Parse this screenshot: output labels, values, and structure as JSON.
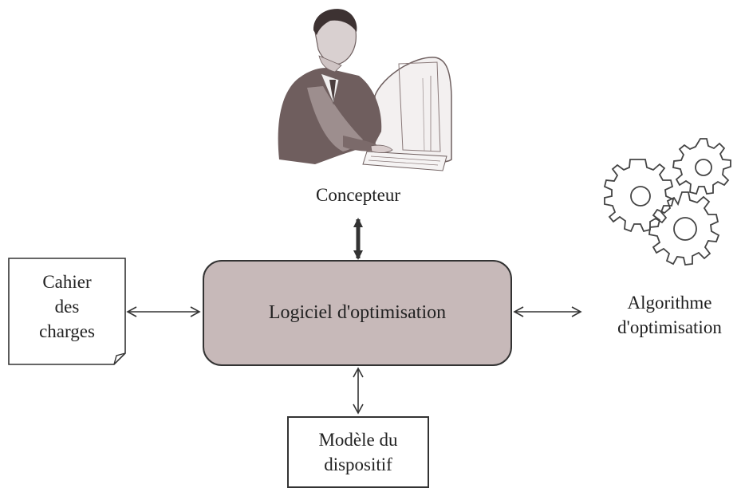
{
  "nodes": {
    "designer_label": "Concepteur",
    "software_label": "Logiciel d'optimisation",
    "spec_line1": "Cahier",
    "spec_line2": "des",
    "spec_line3": "charges",
    "algo_line1": "Algorithme",
    "algo_line2": "d'optimisation",
    "model_line1": "Modèle du",
    "model_line2": "dispositif"
  },
  "icons": {
    "designer": "person-at-computer-icon",
    "algorithm": "gears-icon",
    "document": "document-icon"
  },
  "colors": {
    "center_box_fill": "#c7b9b9",
    "person_fill": "#6f5e5e"
  }
}
